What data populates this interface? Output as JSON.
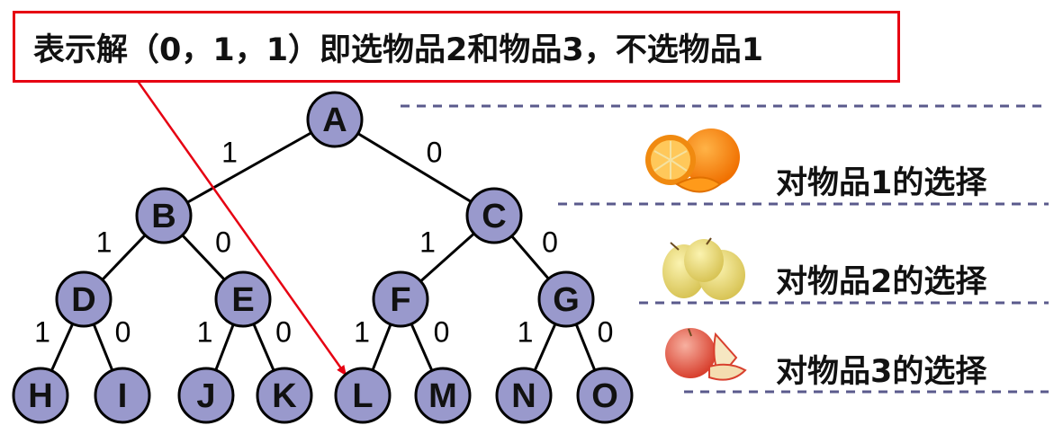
{
  "callout": {
    "text": "表示解（0，1，1）即选物品2和物品3，不选物品1",
    "color": "#e60012"
  },
  "tree": {
    "node_fill": "#9999cc",
    "nodes": [
      {
        "id": "A",
        "label": "A"
      },
      {
        "id": "B",
        "label": "B"
      },
      {
        "id": "C",
        "label": "C"
      },
      {
        "id": "D",
        "label": "D"
      },
      {
        "id": "E",
        "label": "E"
      },
      {
        "id": "F",
        "label": "F"
      },
      {
        "id": "G",
        "label": "G"
      },
      {
        "id": "H",
        "label": "H"
      },
      {
        "id": "I",
        "label": "I"
      },
      {
        "id": "J",
        "label": "J"
      },
      {
        "id": "K",
        "label": "K"
      },
      {
        "id": "L",
        "label": "L"
      },
      {
        "id": "M",
        "label": "M"
      },
      {
        "id": "N",
        "label": "N"
      },
      {
        "id": "O",
        "label": "O"
      }
    ],
    "edges": [
      {
        "from": "A",
        "to": "B",
        "label": "1"
      },
      {
        "from": "A",
        "to": "C",
        "label": "0"
      },
      {
        "from": "B",
        "to": "D",
        "label": "1"
      },
      {
        "from": "B",
        "to": "E",
        "label": "0"
      },
      {
        "from": "C",
        "to": "F",
        "label": "1"
      },
      {
        "from": "C",
        "to": "G",
        "label": "0"
      },
      {
        "from": "D",
        "to": "H",
        "label": "1"
      },
      {
        "from": "D",
        "to": "I",
        "label": "0"
      },
      {
        "from": "E",
        "to": "J",
        "label": "1"
      },
      {
        "from": "E",
        "to": "K",
        "label": "0"
      },
      {
        "from": "F",
        "to": "L",
        "label": "1"
      },
      {
        "from": "F",
        "to": "M",
        "label": "0"
      },
      {
        "from": "G",
        "to": "N",
        "label": "1"
      },
      {
        "from": "G",
        "to": "O",
        "label": "0"
      }
    ]
  },
  "legend": {
    "items": [
      {
        "label": "对物品1的选择",
        "icon": "orange-icon"
      },
      {
        "label": "对物品2的选择",
        "icon": "pear-icon"
      },
      {
        "label": "对物品3的选择",
        "icon": "apple-icon"
      }
    ]
  }
}
